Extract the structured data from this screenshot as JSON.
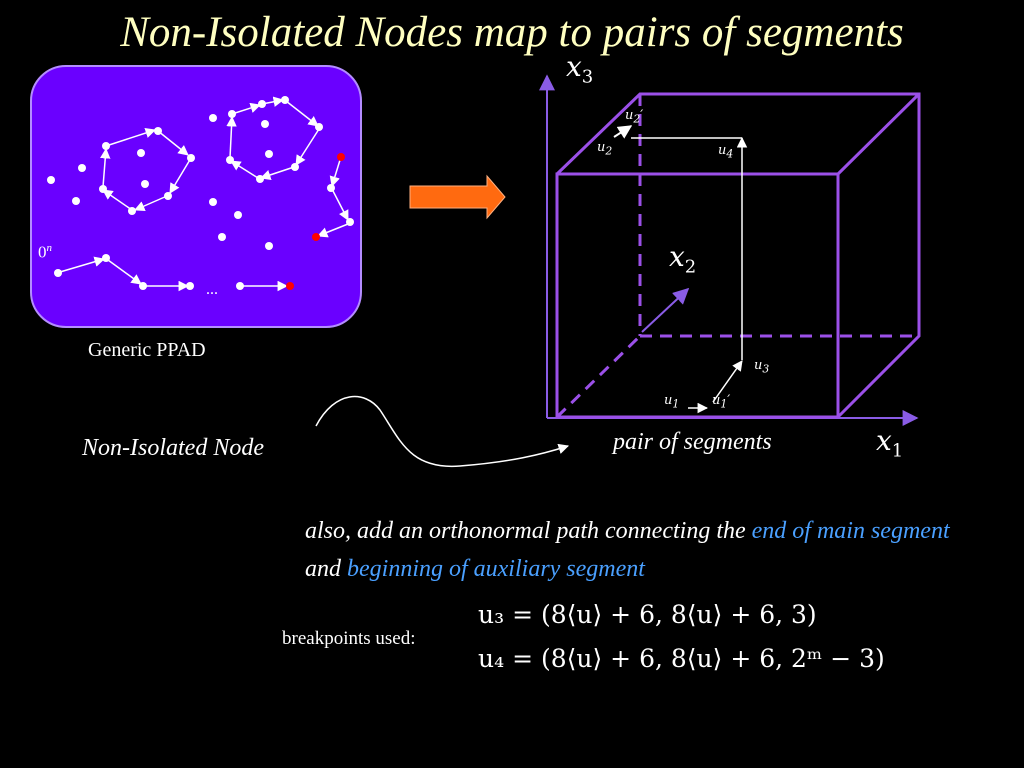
{
  "title": "Non-Isolated Nodes map to pairs of segments",
  "ppad": {
    "caption": "Generic PPAD",
    "zero_label_base": "0",
    "zero_label_exp": "n",
    "ellipsis": "..."
  },
  "labels": {
    "non_isolated_node": "Non-Isolated Node",
    "pair_of_segments": "pair of segments"
  },
  "axes": {
    "x1_base": "x",
    "x1_sub": "1",
    "x2_base": "x",
    "x2_sub": "2",
    "x3_base": "x",
    "x3_sub": "3"
  },
  "points": {
    "u1": {
      "base": "u",
      "sub": "1"
    },
    "u1p": {
      "base": "u",
      "sub": "1",
      "prime": "′"
    },
    "u2": {
      "base": "u",
      "sub": "2"
    },
    "u2p": {
      "base": "u",
      "sub": "2",
      "prime": "′"
    },
    "u3": {
      "base": "u",
      "sub": "3"
    },
    "u4": {
      "base": "u",
      "sub": "4"
    }
  },
  "note": {
    "part1": "also, add an orthonormal path connecting the ",
    "highlight1": "end of main segment",
    "part2": " and ",
    "highlight2": "beginning of auxiliary segment"
  },
  "breakpoints": {
    "label": "breakpoints used:",
    "u3_formula": "u₃ = (8⟨u⟩ + 6, 8⟨u⟩ + 6, 3)",
    "u4_formula": "u₄ = (8⟨u⟩ + 6, 8⟨u⟩ + 6, 2ᵐ − 3)"
  },
  "colors": {
    "title": "#ffffc0",
    "panel": "#6a00ff",
    "cube": "#9b50e8",
    "axis": "#8a5ce6",
    "highlight": "#4aa0ff",
    "arrow_fill": "#ff6a10",
    "red_node": "#ff0000"
  }
}
